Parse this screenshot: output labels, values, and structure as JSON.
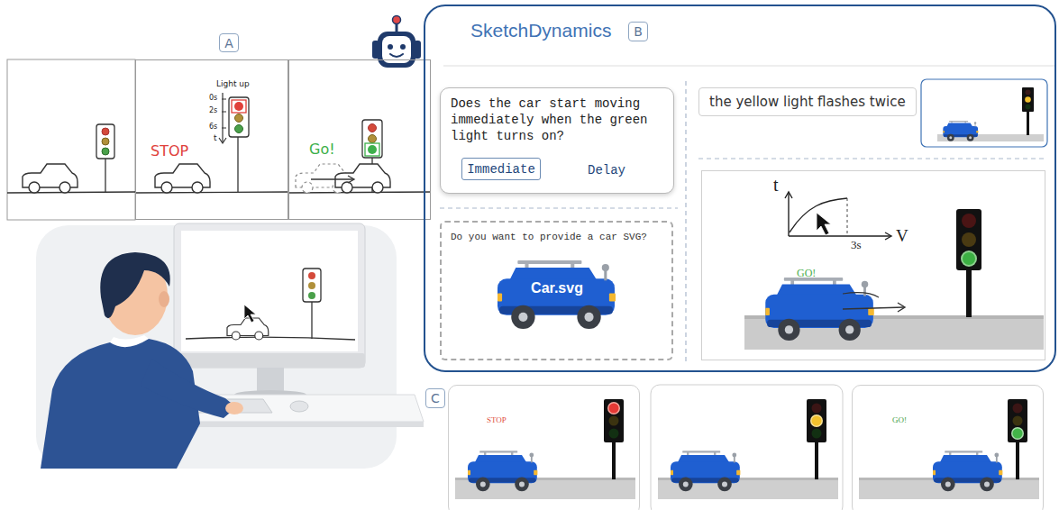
{
  "diagram": {
    "nodes": [
      {
        "text": [
          "A"
        ]
      },
      {
        "text": [
          "STOP",
          "Light up",
          "0s",
          "2s",
          "6s",
          "t"
        ]
      },
      {
        "text": [
          "Go!"
        ]
      },
      {
        "text": [
          "SketchDynamics"
        ]
      },
      {
        "text": [
          "B"
        ],
        "in": 3
      },
      {
        "text": [
          "Does the car start moving immediately when the green light turns on?",
          "Delay"
        ],
        "in": 3
      },
      {
        "text": [
          "Immediate"
        ],
        "in": 5
      },
      {
        "text": [
          "Do you want to provide a car SVG?"
        ],
        "in": 3
      },
      {
        "text": [
          "Car.svg"
        ],
        "in": 7
      },
      {
        "text": [
          "the yellow light flashes twice"
        ],
        "in": 3
      },
      {
        "text": [
          "t",
          "V",
          "3s",
          "GO!"
        ],
        "in": 3
      },
      {
        "text": [
          "C"
        ]
      },
      {
        "text": [
          "STOP"
        ]
      },
      {
        "text": [
          "GO!"
        ]
      }
    ]
  }
}
